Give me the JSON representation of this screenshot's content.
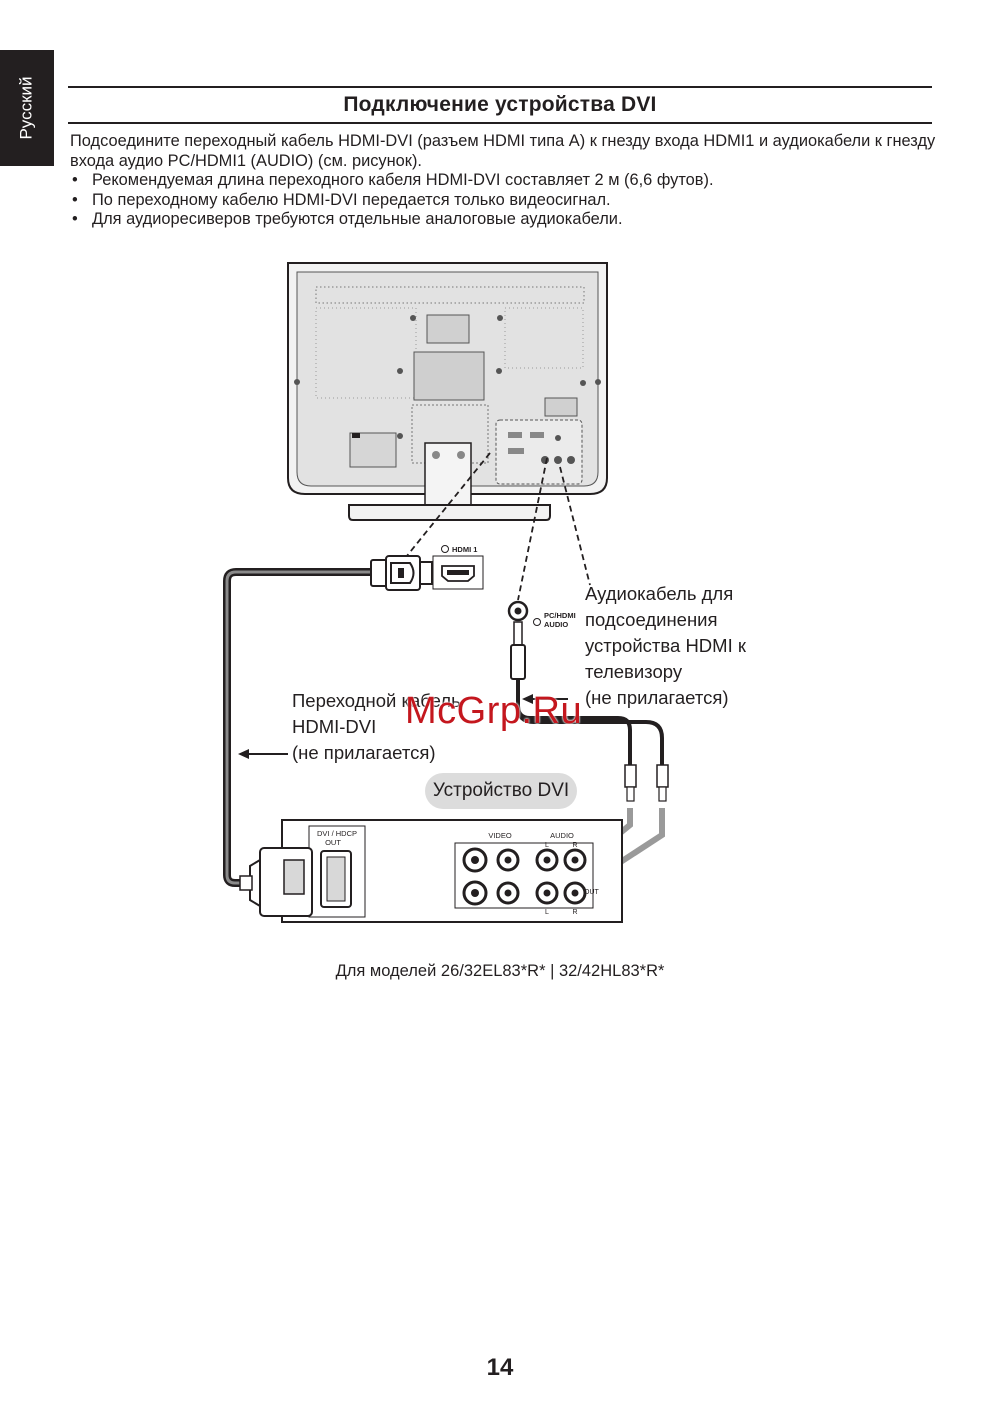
{
  "language_tab": "Русский",
  "heading": "Подключение устройства DVI",
  "intro": {
    "paragraph": "Подсоедините переходный кабель HDMI-DVI (разъем HDMI типа A) к гнезду входа HDMI1 и аудиокабели к гнезду входа аудио PC/HDMI1 (AUDIO) (см. рисунок).",
    "bullet": "•",
    "bullets": [
      "Рекомендуемая длина переходного кабеля HDMI-DVI составляет 2 м (6,6 футов).",
      "По переходному кабелю HDMI-DVI передается только видеосигнал.",
      "Для аудиоресиверов требуются отдельные аналоговые аудиокабели."
    ]
  },
  "diagram": {
    "hdmi_port_label": "HDMI 1",
    "audio_port_label_1": "PC/HDMI",
    "audio_port_label_2": "AUDIO",
    "audio_cable_lines": [
      "Аудиокабель для",
      "подсоединения",
      "устройства HDMI к",
      "телевизору",
      "(не прилагается)"
    ],
    "adapter_cable_lines": [
      "Переходной кабель",
      "HDMI-DVI",
      "(не прилагается)"
    ],
    "device_label": "Устройство DVI",
    "dvi_out_label_1": "DVI / HDCP",
    "dvi_out_label_2": "OUT",
    "video_label": "VIDEO",
    "audio_label": "AUDIO",
    "l_label": "L",
    "r_label": "R",
    "out_label": "OUT"
  },
  "watermark": "McGrp.Ru",
  "caption": "Для моделей 26/32EL83*R* | 32/42HL83*R*",
  "page_number": "14"
}
